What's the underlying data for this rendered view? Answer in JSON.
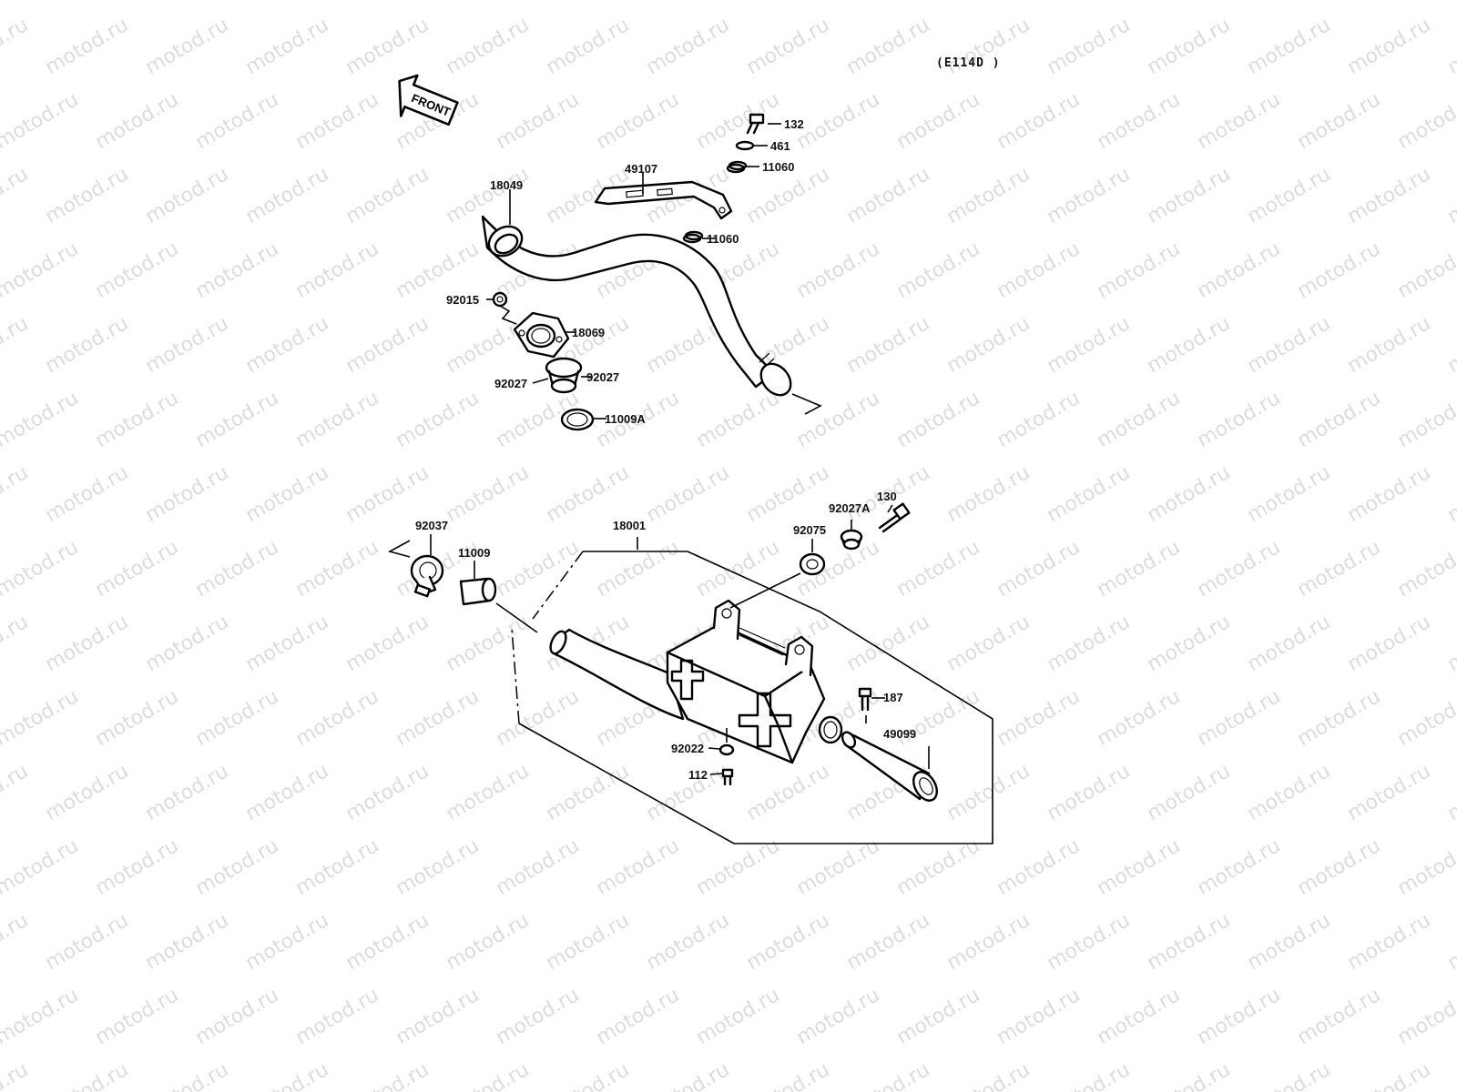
{
  "watermark": {
    "text": "motod.ru",
    "color": "#dcdcdc"
  },
  "ref_code": "(E114D )",
  "front_arrow": {
    "label": "FRONT"
  },
  "labels": {
    "p132": "132",
    "p461": "461",
    "p11060_top": "11060",
    "p49107": "49107",
    "p18049": "18049",
    "p11060_bottom": "11060",
    "p92015": "92015",
    "p18069": "18069",
    "p92027_left": "92027",
    "p92027_right": "92027",
    "p11009A": "11009A",
    "p130": "130",
    "p92027A": "92027A",
    "p92037": "92037",
    "p18001": "18001",
    "p92075": "92075",
    "p11009": "11009",
    "p187": "187",
    "p49099": "49099",
    "p92022": "92022",
    "p112": "112"
  }
}
